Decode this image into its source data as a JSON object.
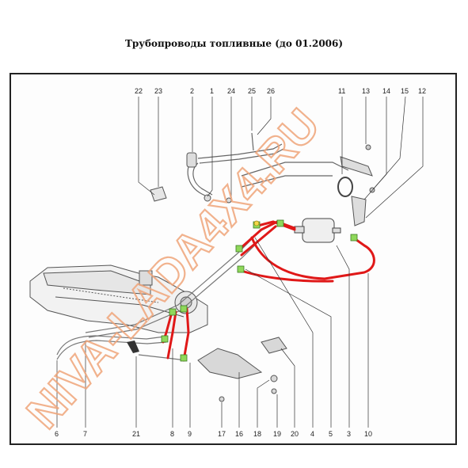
{
  "title": "Трубопроводы топливные (до 01.2006)",
  "watermark": "NIVA-LADA4X4.RU",
  "callouts_top": [
    "22",
    "23",
    "2",
    "1",
    "24",
    "25",
    "26",
    "11",
    "13",
    "14",
    "15",
    "12"
  ],
  "callouts_bottom": [
    "6",
    "7",
    "21",
    "8",
    "9",
    "17",
    "16",
    "18",
    "19",
    "20",
    "4",
    "5",
    "3",
    "10"
  ],
  "colors": {
    "fuel_lines": "#e01818",
    "fittings": "#8fd85a",
    "watermark": "#f0a57a",
    "drawing": "#444444"
  }
}
